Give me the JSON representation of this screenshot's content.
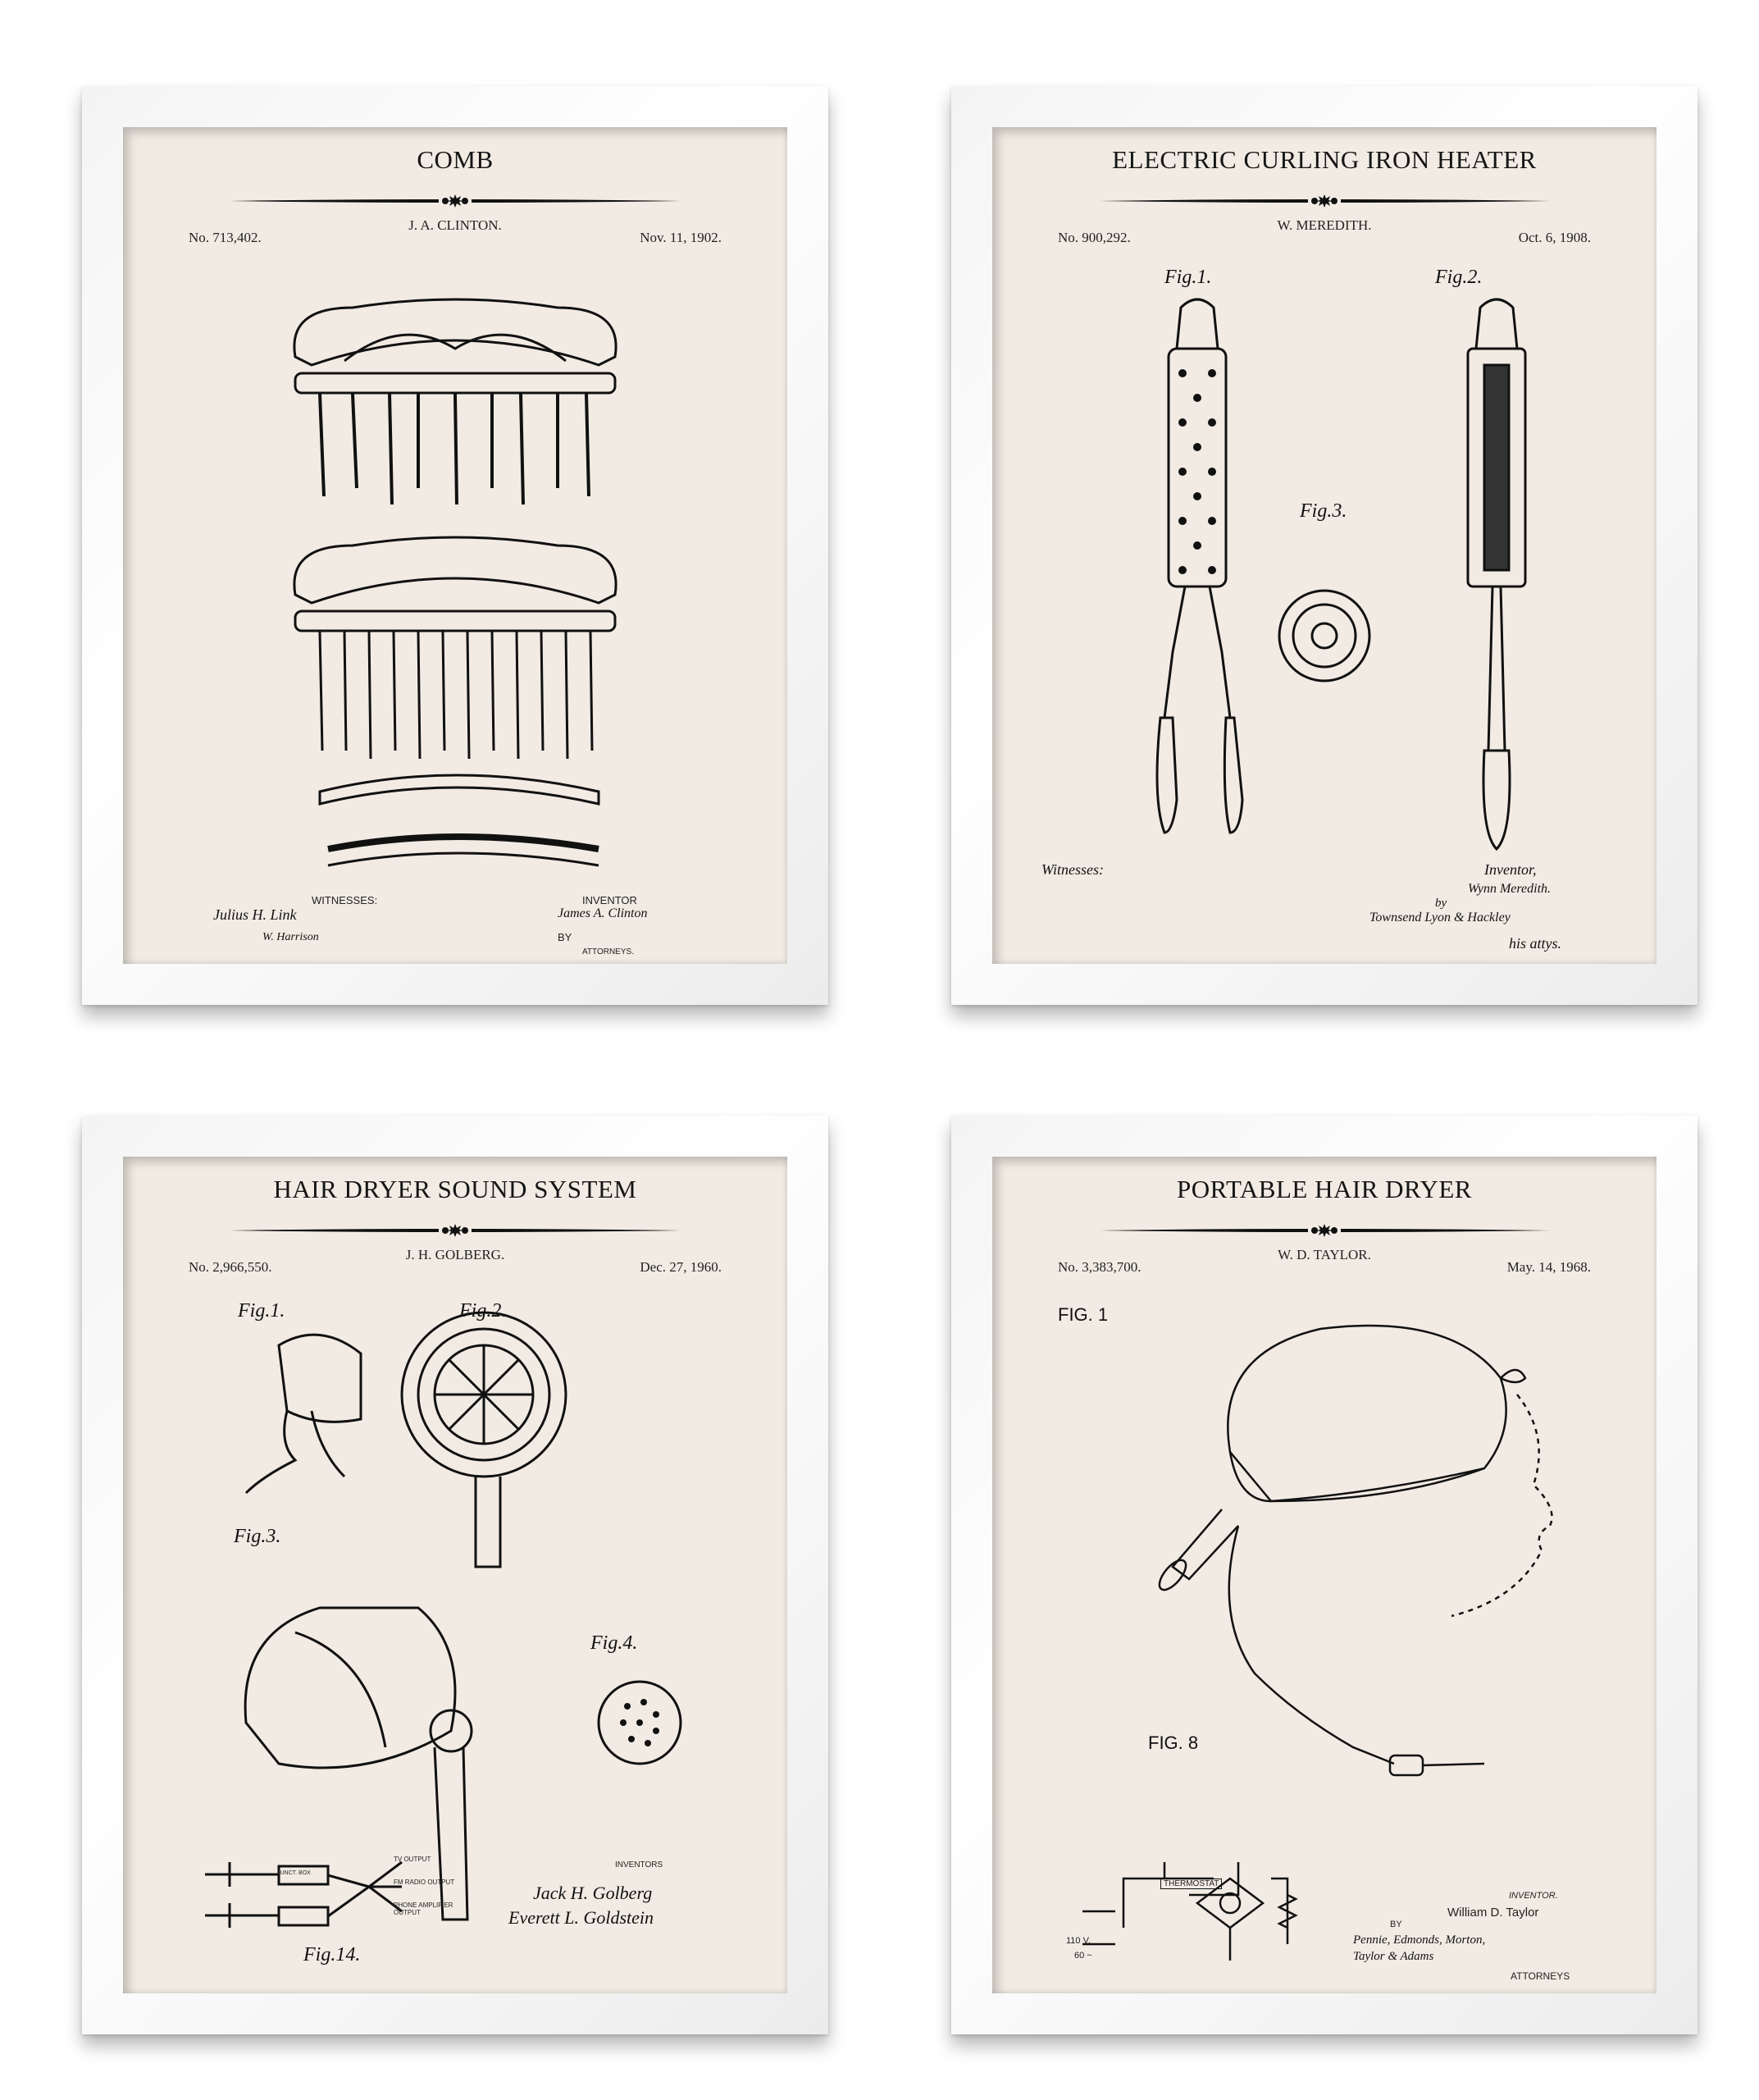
{
  "colors": {
    "mat": "#f1ebe3",
    "frame": "#fdfdfd",
    "ink": "#151515"
  },
  "posters": [
    {
      "title": "COMB",
      "inventor": "J. A. CLINTON.",
      "patent_no": "No. 713,402.",
      "date": "Nov. 11, 1902.",
      "labels": {
        "witnesses": "WITNESSES:",
        "inventor_label": "INVENTOR",
        "inventor_sig": "James A. Clinton",
        "by": "BY",
        "attorneys": "ATTORNEYS.",
        "witness1": "Julius H. Link",
        "witness2": "W. Harrison"
      }
    },
    {
      "title": "ELECTRIC CURLING IRON HEATER",
      "inventor": "W. MEREDITH.",
      "patent_no": "No. 900,292.",
      "date": "Oct. 6, 1908.",
      "labels": {
        "fig1": "Fig.1.",
        "fig2": "Fig.2.",
        "fig3": "Fig.3.",
        "witnesses": "Witnesses:",
        "inventor_label": "Inventor,",
        "inventor_sig": "Wynn Meredith.",
        "by": "by",
        "attorneys_sig": "Townsend Lyon & Hackley",
        "his_attys": "his attys."
      }
    },
    {
      "title": "HAIR DRYER SOUND SYSTEM",
      "inventor": "J. H. GOLBERG.",
      "patent_no": "No. 2,966,550.",
      "date": "Dec. 27, 1960.",
      "labels": {
        "fig1": "Fig.1.",
        "fig2": "Fig.2.",
        "fig3": "Fig.3.",
        "fig4": "Fig.4.",
        "fig14": "Fig.14.",
        "inventors": "INVENTORS",
        "inventor1": "Jack H. Golberg",
        "inventor2": "Everett L. Goldstein",
        "tv": "TV OUTPUT",
        "fm": "FM RADIO OUTPUT",
        "phone": "PHONE AMPLIFIER OUTPUT",
        "junct": "JUNCT. BOX"
      }
    },
    {
      "title": "PORTABLE HAIR DRYER",
      "inventor": "W. D. TAYLOR.",
      "patent_no": "No. 3,383,700.",
      "date": "May. 14, 1968.",
      "labels": {
        "fig1": "FIG. 1",
        "fig8": "FIG. 8",
        "thermostat": "THERMOSTAT",
        "voltage": "110 V.",
        "freq": "60 ~",
        "inventor_label": "INVENTOR.",
        "inventor_name": "William D. Taylor",
        "by": "BY",
        "attorneys_sig": "Pennie, Edmonds, Morton, Taylor & Adams",
        "attorneys": "ATTORNEYS"
      }
    }
  ]
}
